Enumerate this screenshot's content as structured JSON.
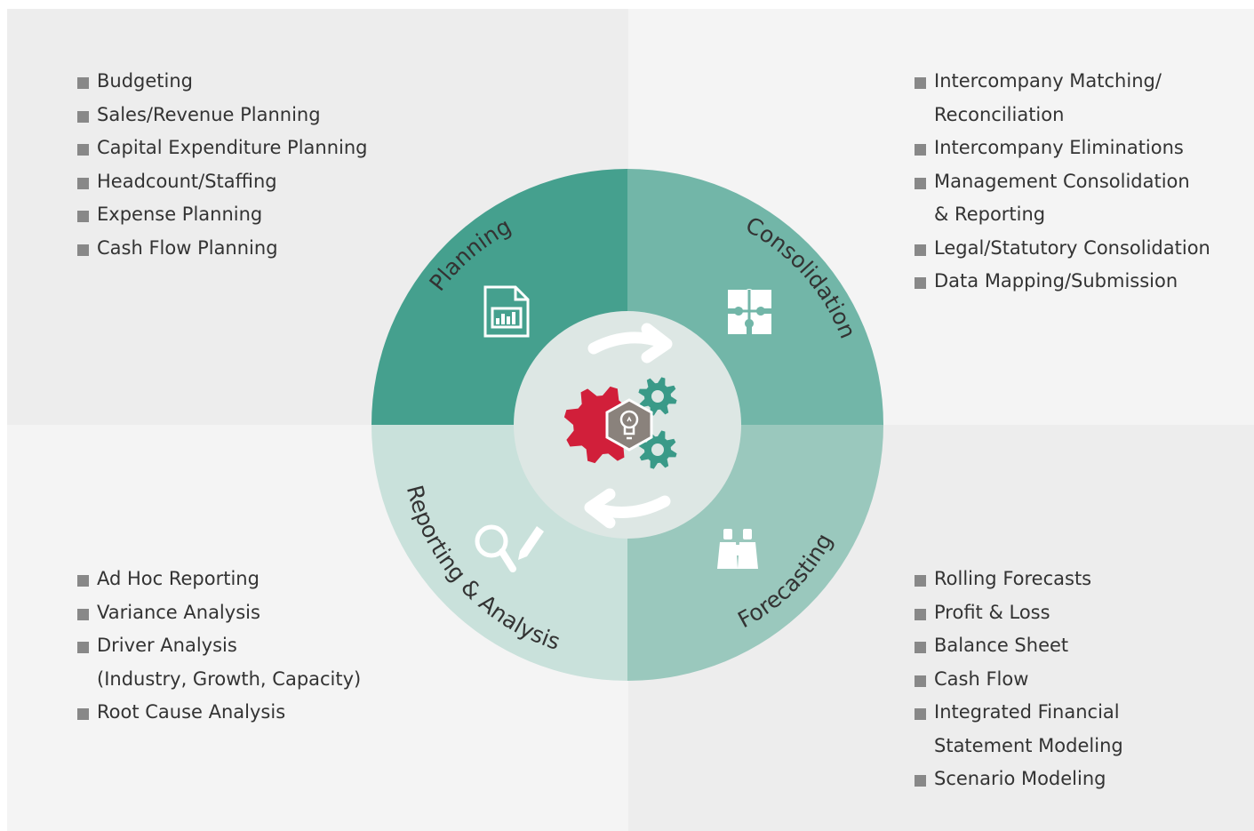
{
  "quadrants": {
    "planning": {
      "title": "Planning",
      "items": [
        "Budgeting",
        "Sales/Revenue Planning",
        "Capital Expenditure Planning",
        "Headcount/Staffing",
        "Expense Planning",
        "Cash Flow Planning"
      ]
    },
    "consolidation": {
      "title": "Consolidation",
      "items": [
        {
          "text": "Intercompany Matching/",
          "cont": "Reconciliation"
        },
        {
          "text": "Intercompany Eliminations"
        },
        {
          "text": "Management Consolidation",
          "cont": "& Reporting"
        },
        {
          "text": "Legal/Statutory Consolidation"
        },
        {
          "text": "Data Mapping/Submission"
        }
      ]
    },
    "reporting": {
      "title": "Reporting & Analysis",
      "items": [
        {
          "text": "Ad Hoc Reporting"
        },
        {
          "text": "Variance Analysis"
        },
        {
          "text": "Driver Analysis",
          "cont": "(Industry, Growth, Capacity)"
        },
        {
          "text": "Root Cause Analysis"
        }
      ]
    },
    "forecasting": {
      "title": "Forecasting",
      "items": [
        {
          "text": "Rolling Forecasts"
        },
        {
          "text": "Profit & Loss"
        },
        {
          "text": "Balance Sheet"
        },
        {
          "text": "Cash Flow"
        },
        {
          "text": "Integrated Financial",
          "cont": "Statement Modeling"
        },
        {
          "text": "Scenario Modeling"
        }
      ]
    }
  },
  "icons": {
    "planning": "report-document-icon",
    "consolidation": "puzzle-icon",
    "forecasting": "binoculars-icon",
    "reporting": "search-pencil-icon",
    "center": "gears-lightbulb-icon"
  },
  "colors": {
    "planning": "#45a08e",
    "consolidation": "#72b6a8",
    "forecasting": "#9ac8bd",
    "reporting": "#c9e1db",
    "center": "#dde7e4",
    "gear_red": "#d11f3a",
    "gear_teal": "#3a9a88",
    "hexagon": "#8a827c"
  }
}
